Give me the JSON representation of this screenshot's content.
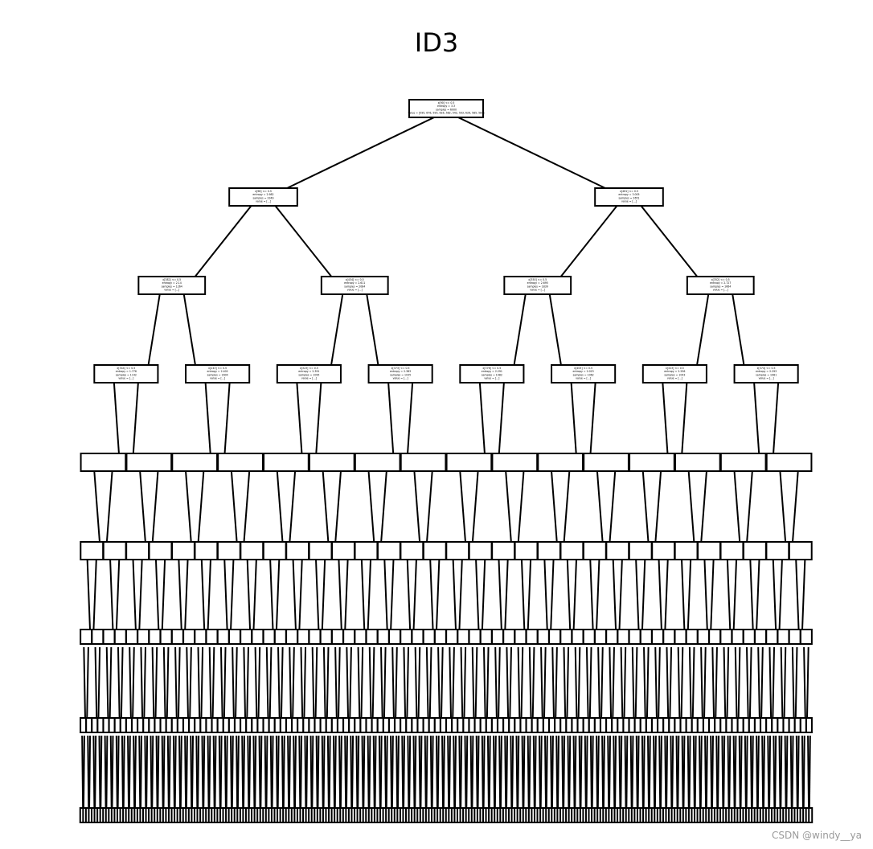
{
  "title": "ID3",
  "watermark": "CSDN @windy__ya",
  "colors": {
    "node_border": "#000000",
    "edge": "#000000",
    "background": "#ffffff",
    "watermark": "#9a9a9a"
  },
  "tree": {
    "depth_shown": 9,
    "root": {
      "lines": [
        "x[90] <= 0.5",
        "entropy = 3.3",
        "samples = 6000",
        "value = [595, 676, 595, 616, 582, 542, 593, 626, 585, 589]"
      ]
    },
    "level1": [
      {
        "lines": [
          "x[98] <= 0.5",
          "entropy = 2.982",
          "samples = 3349",
          "value = [...]"
        ]
      },
      {
        "lines": [
          "x[461] <= 0.5",
          "entropy = 3.005",
          "samples = 2651",
          "value = [...]"
        ]
      }
    ],
    "level2": [
      {
        "lines": [
          "x[382] <= 0.5",
          "entropy = 2.14",
          "samples = 1264",
          "value = [...]"
        ]
      },
      {
        "lines": [
          "x[434] <= 0.5",
          "entropy = 2.611",
          "samples = 2084",
          "value = [...]"
        ]
      },
      {
        "lines": [
          "x[350] <= 0.5",
          "entropy = 2.695",
          "samples = 1839",
          "value = [...]"
        ]
      },
      {
        "lines": [
          "x[352] <= 0.5",
          "entropy = 2.727",
          "samples = 1664",
          "value = [...]"
        ]
      }
    ],
    "level3": [
      {
        "lines": [
          "x[344] <= 0.5",
          "entropy = 1.776",
          "samples = 1142",
          "value = [...]"
        ]
      },
      {
        "lines": [
          "x[243] <= 0.5",
          "entropy = 2.402",
          "samples = 1604",
          "value = [...]"
        ]
      },
      {
        "lines": [
          "x[323] <= 0.5",
          "entropy = 2.391",
          "samples = 1095",
          "value = [...]"
        ]
      },
      {
        "lines": [
          "x[373] <= 0.5",
          "entropy = 2.383",
          "samples = 1035",
          "value = [...]"
        ]
      },
      {
        "lines": [
          "x[376] <= 0.5",
          "entropy = 2.291",
          "samples = 1082",
          "value = [...]"
        ]
      },
      {
        "lines": [
          "x[405] <= 0.5",
          "entropy = 2.023",
          "samples = 1062",
          "value = [...]"
        ]
      },
      {
        "lines": [
          "x[323] <= 0.5",
          "entropy = 2.256",
          "samples = 1043",
          "value = [...]"
        ]
      },
      {
        "lines": [
          "x[374] <= 0.5",
          "entropy = 2.293",
          "samples = 1081",
          "value = [...]"
        ]
      }
    ],
    "deeper_levels": "nodes too small to read"
  }
}
